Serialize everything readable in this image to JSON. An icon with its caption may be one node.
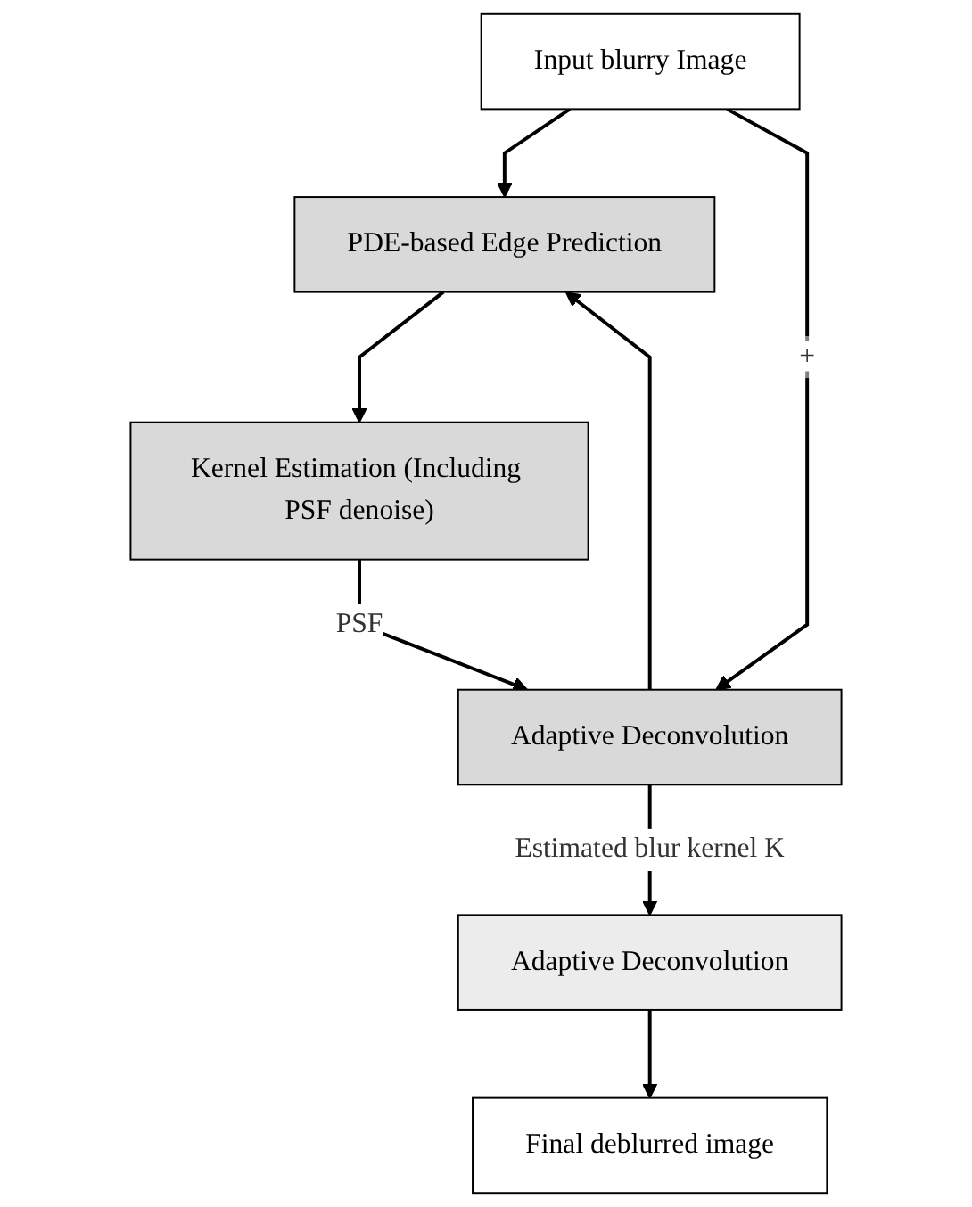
{
  "diagram": {
    "nodes": [
      {
        "text": [
          "Input blurry Image"
        ]
      },
      {
        "text": [
          "PDE-based Edge Prediction"
        ]
      },
      {
        "text": [
          "Kernel Estimation (Including PSF denoise)"
        ]
      },
      {
        "text": [
          "Adaptive Deconvolution"
        ]
      },
      {
        "text": [
          "Adaptive Deconvolution"
        ]
      },
      {
        "text": [
          "Final deblurred image"
        ]
      }
    ],
    "edges": [
      {
        "from": 0,
        "to": 1,
        "arrow": "to"
      },
      {
        "from": 1,
        "to": 2,
        "arrow": "to"
      },
      {
        "from": 2,
        "to": 3,
        "arrow": "to",
        "label": "PSF"
      },
      {
        "from": 0,
        "to": 3,
        "arrow": "to",
        "label": "+"
      },
      {
        "from": 3,
        "to": 1,
        "arrow": "to"
      },
      {
        "from": 3,
        "to": 4,
        "arrow": "to",
        "label": "Estimated blur kernel K"
      },
      {
        "from": 4,
        "to": 5,
        "arrow": "to"
      }
    ]
  }
}
